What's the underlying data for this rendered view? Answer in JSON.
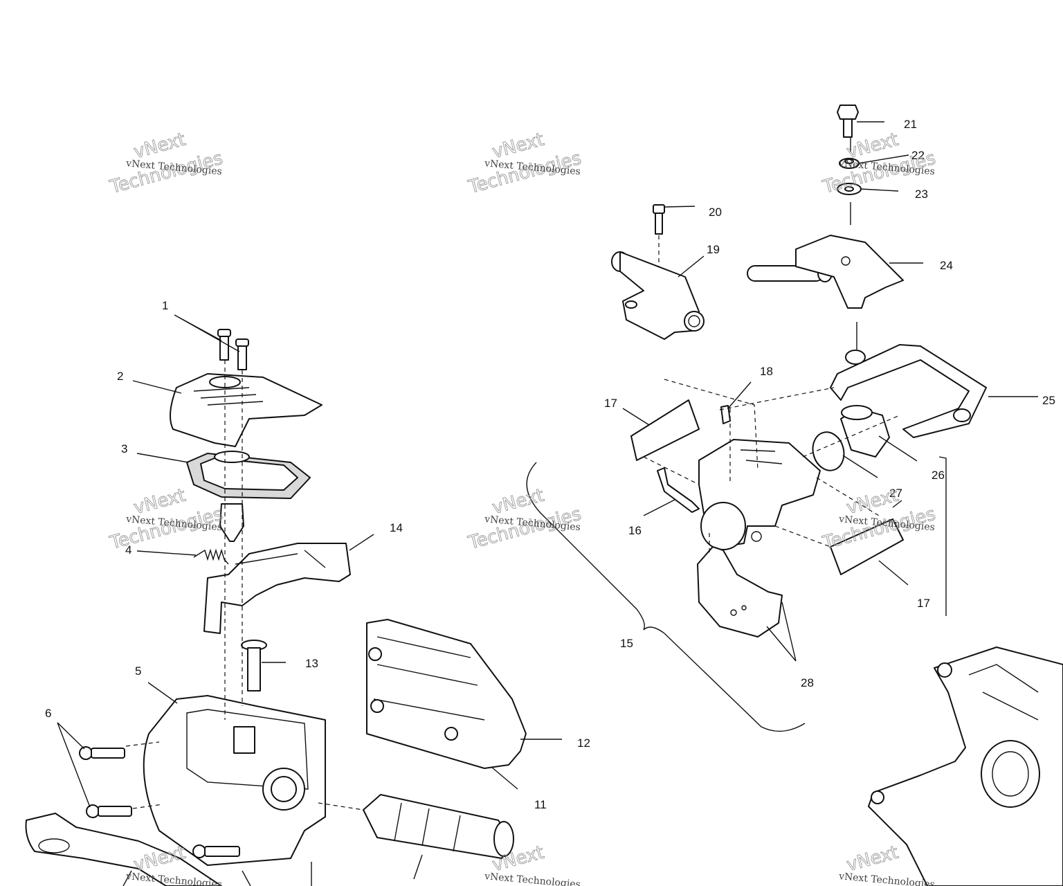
{
  "callouts": {
    "c1": "1",
    "c2": "2",
    "c3": "3",
    "c4": "4",
    "c5": "5",
    "c6": "6",
    "c11": "11",
    "c12": "12",
    "c13": "13",
    "c14": "14",
    "c15": "15",
    "c16": "16",
    "c17a": "17",
    "c17b": "17",
    "c18": "18",
    "c19": "19",
    "c20": "20",
    "c21": "21",
    "c22": "22",
    "c23": "23",
    "c24": "24",
    "c25": "25",
    "c26": "26",
    "c27": "27",
    "c28": "28"
  },
  "watermark": {
    "small": "vNext Technologies",
    "large_a": "vNext",
    "large_b": "Technologies"
  }
}
